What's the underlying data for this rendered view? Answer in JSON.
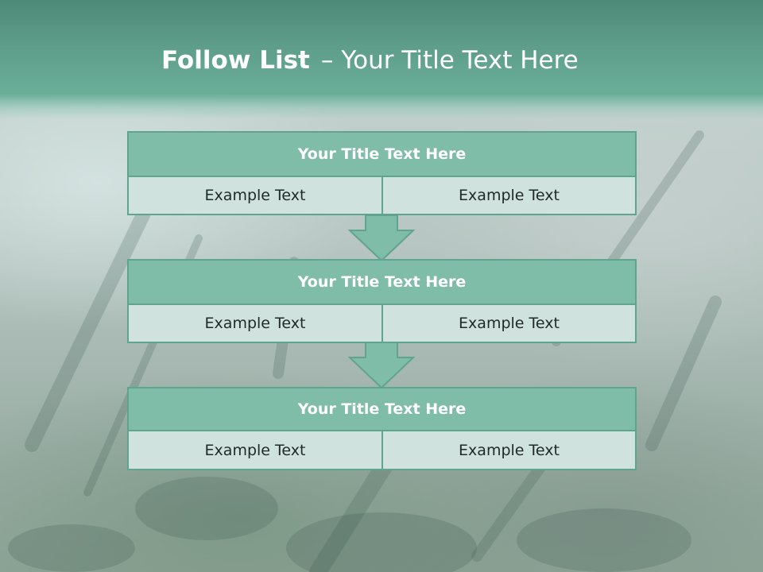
{
  "slide": {
    "title_bold": "Follow List",
    "title_separator": "–",
    "title_rest": "Your Title Text Here"
  },
  "steps": [
    {
      "title": "Your Title Text Here",
      "left": "Example Text",
      "right": "Example Text"
    },
    {
      "title": "Your Title Text Here",
      "left": "Example Text",
      "right": "Example Text"
    },
    {
      "title": "Your Title Text Here",
      "left": "Example Text",
      "right": "Example Text"
    }
  ],
  "colors": {
    "header_band": "#5e9e8a",
    "box_title_fill": "#7fbda9",
    "box_cell_fill": "#d0e2de",
    "border": "#5fa48e",
    "arrow_fill": "#7fbda9"
  },
  "icons": {
    "connector": "down-arrow-icon"
  }
}
